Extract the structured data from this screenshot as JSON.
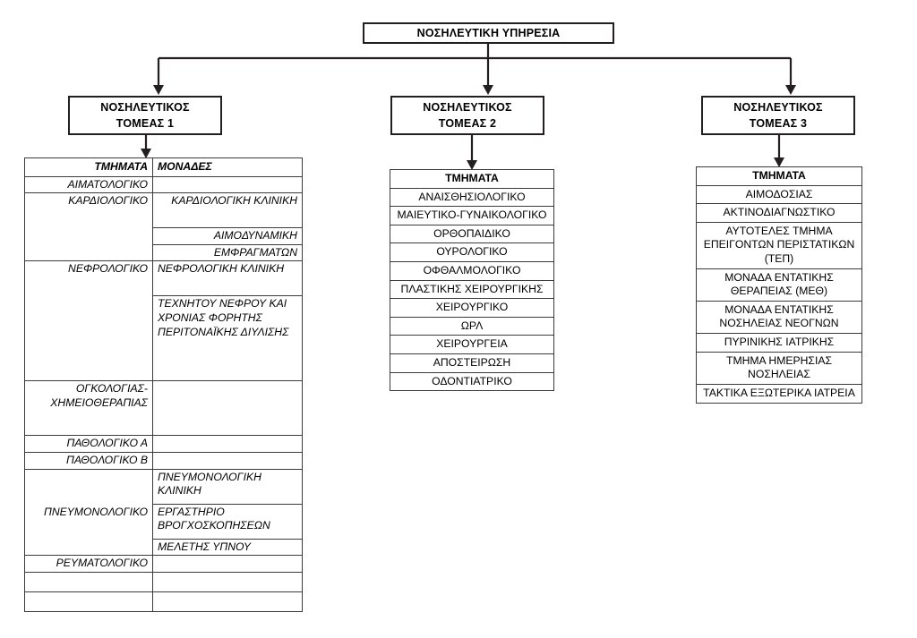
{
  "root": {
    "label": "ΝΟΣΗΛΕΥΤΙΚΗ ΥΠΗΡΕΣΙΑ"
  },
  "sectors": [
    {
      "line1": "ΝΟΣΗΛΕΥΤΙΚΟΣ",
      "line2": "ΤΟΜΕΑΣ 1"
    },
    {
      "line1": "ΝΟΣΗΛΕΥΤΙΚΟΣ",
      "line2": "ΤΟΜΕΑΣ 2"
    },
    {
      "line1": "ΝΟΣΗΛΕΥΤΙΚΟΣ",
      "line2": "ΤΟΜΕΑΣ 3"
    }
  ],
  "table1": {
    "headers": {
      "departments": "ΤΜΗΜΑΤΑ",
      "units": "ΜΟΝΑΔΕΣ"
    },
    "rows": {
      "aimatologiko": "ΑΙΜΑΤΟΛΟΓΙΚΟ",
      "kardiologiko": "ΚΑΡΔΙΟΛΟΓΙΚΟ",
      "kardiologiki_kliniki": "ΚΑΡΔΙΟΛΟΓΙΚΗ ΚΛΙΝΙΚΗ",
      "aimodynamiki": "ΑΙΜΟΔΥΝΑΜΙΚΗ",
      "emfragmaton": "ΕΜΦΡΑΓΜΑΤΩΝ",
      "nefrologiko": "ΝΕΦΡΟΛΟΓΙΚΟ",
      "nefrologiki_kliniki": "ΝΕΦΡΟΛΟΓΙΚΗ ΚΛΙΝΙΚΗ",
      "texnitou_nefrou": "ΤΕΧΝΗΤΟΥ ΝΕΦΡΟΥ ΚΑΙ ΧΡΟΝΙΑΣ ΦΟΡΗΤΗΣ ΠΕΡΙΤΟΝΑΪΚΗΣ ΔΙΥΛΙΣΗΣ",
      "ogkologias": "ΟΓΚΟΛΟΓΙΑΣ-ΧΗΜΕΙΟΘΕΡΑΠΙΑΣ",
      "pathologiko_a": "ΠΑΘΟΛΟΓΙΚΟ Α",
      "pathologiko_b": "ΠΑΘΟΛΟΓΙΚΟ Β",
      "pneumonologiko": "ΠΝΕΥΜΟΝΟΛΟΓΙΚΟ",
      "pneumonologiki_kliniki": "ΠΝΕΥΜΟΝΟΛΟΓΙΚΗ ΚΛΙΝΙΚΗ",
      "ergastirio_vrogxoskopiseon": "ΕΡΓΑΣΤΗΡΙΟ ΒΡΟΓΧΟΣΚΟΠΗΣΕΩΝ",
      "meletis_ypnou": "ΜΕΛΕΤΗΣ ΥΠΝΟΥ",
      "reumatologiko": "ΡΕΥΜΑΤΟΛΟΓΙΚΟ",
      "blank1": "",
      "blank2": "",
      "blank1b": "",
      "blank2b": ""
    }
  },
  "table2": {
    "header": "ΤΜΗΜΑΤΑ",
    "rows": [
      "ΑΝΑΙΣΘΗΣΙΟΛΟΓΙΚΟ",
      "ΜΑΙΕΥΤΙΚΟ-ΓΥΝΑΙΚΟΛΟΓΙΚΟ",
      "ΟΡΘΟΠΑΙΔΙΚΟ",
      "ΟΥΡΟΛΟΓΙΚΟ",
      "ΟΦΘΑΛΜΟΛΟΓΙΚΟ",
      "ΠΛΑΣΤΙΚΗΣ ΧΕΙΡΟΥΡΓΙΚΗΣ",
      "ΧΕΙΡΟΥΡΓΙΚΟ",
      "ΩΡΛ",
      "ΧΕΙΡΟΥΡΓΕΙΑ",
      "ΑΠΟΣΤΕΙΡΩΣΗ",
      "ΟΔΟΝΤΙΑΤΡΙΚΟ"
    ]
  },
  "table3": {
    "header": "ΤΜΗΜΑΤΑ",
    "rows": [
      "ΑΙΜΟΔΟΣΙΑΣ",
      "ΑΚΤΙΝΟΔΙΑΓΝΩΣΤΙΚΟ",
      "ΑΥΤΟΤΕΛΕΣ ΤΜΗΜΑ ΕΠΕΙΓΟΝΤΩΝ ΠΕΡΙΣΤΑΤΙΚΩΝ (ΤΕΠ)",
      "ΜΟΝΑΔΑ ΕΝΤΑΤΙΚΗΣ ΘΕΡΑΠΕΙΑΣ (ΜΕΘ)",
      "ΜΟΝΑΔΑ ΕΝΤΑΤΙΚΗΣ ΝΟΣΗΛΕΙΑΣ ΝΕΟΓΝΩΝ",
      "ΠΥΡΙΝΙΚΗΣ ΙΑΤΡΙΚΗΣ",
      "ΤΜΗΜΑ ΗΜΕΡΗΣΙΑΣ ΝΟΣΗΛΕΙΑΣ",
      "ΤΑΚΤΙΚΑ ΕΞΩΤΕΡΙΚΑ ΙΑΤΡΕΙΑ"
    ]
  },
  "colors": {
    "line": "#231f20",
    "table_border": "#3a3a3a",
    "background": "#ffffff"
  }
}
